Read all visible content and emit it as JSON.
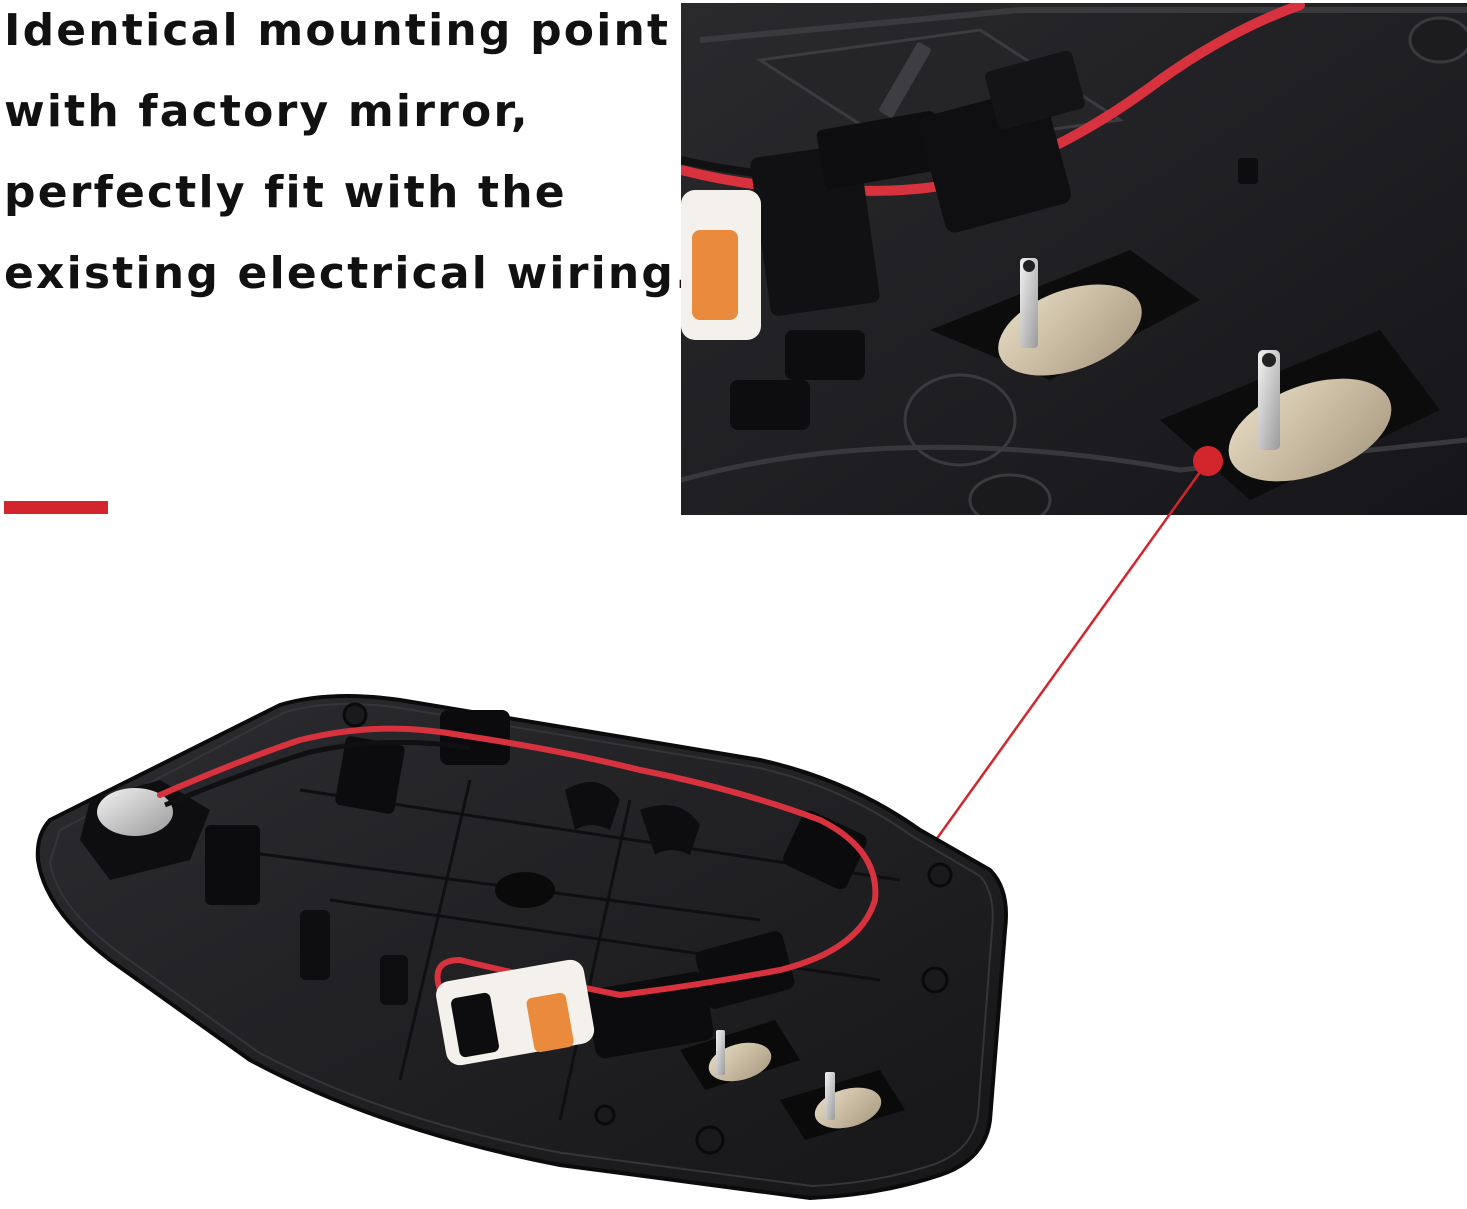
{
  "headline": {
    "lines": [
      "Identical mounting point",
      "with factory mirror,",
      "perfectly fit with the",
      "existing electrical wiring."
    ]
  },
  "colors": {
    "accent": "#d3262c",
    "text": "#111111",
    "plate": "#1f1f21",
    "plate_edge": "#0b0b0c",
    "wire_red": "#d9323f",
    "connector_orange": "#e98a3c",
    "background": "#ffffff"
  },
  "icons": {
    "callout_dot": "red-dot-icon"
  }
}
